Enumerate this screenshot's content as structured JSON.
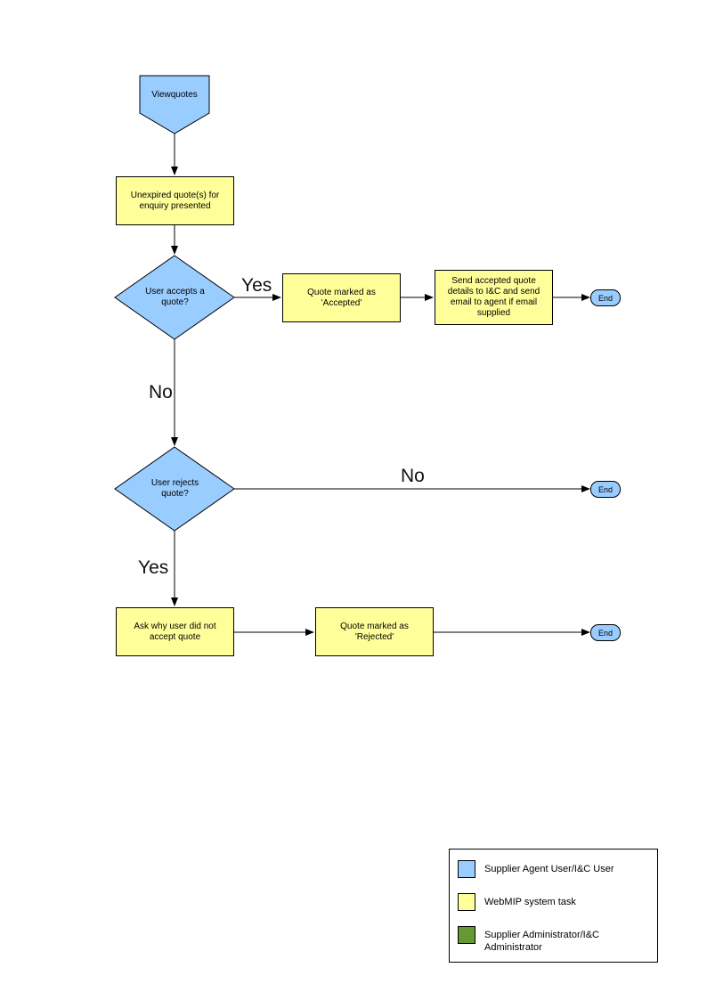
{
  "colors": {
    "node_blue": "#99ccff",
    "node_yellow": "#ffff99",
    "node_green": "#669933",
    "line": "#000000"
  },
  "nodes": {
    "start": {
      "label": "Viewquotes"
    },
    "unexpired_quotes": {
      "label": "Unexpired quote(s) for enquiry presented"
    },
    "accept_decision": {
      "label": "User accepts a quote?"
    },
    "marked_accepted": {
      "label": "Quote  marked as 'Accepted'"
    },
    "send_details": {
      "label": "Send accepted quote details to I&C and send email to agent if email supplied"
    },
    "ask_why": {
      "label": "Ask why user did not accept quote"
    },
    "marked_rejected": {
      "label": "Quote  marked as 'Rejected'"
    },
    "reject_decision": {
      "label": "User rejects quote?"
    },
    "end_accept": {
      "label": "End"
    },
    "end_no_reject": {
      "label": "End"
    },
    "end_reject": {
      "label": "End"
    }
  },
  "edge_labels": {
    "accept_yes": "Yes",
    "accept_no": "No",
    "reject_no": "No",
    "reject_yes": "Yes"
  },
  "legend": {
    "items": [
      {
        "label": "Supplier Agent User/I&C User",
        "color": "#99ccff"
      },
      {
        "label": "WebMIP system task",
        "color": "#ffff99"
      },
      {
        "label": "Supplier Administrator/I&C Administrator",
        "color": "#669933"
      }
    ]
  }
}
